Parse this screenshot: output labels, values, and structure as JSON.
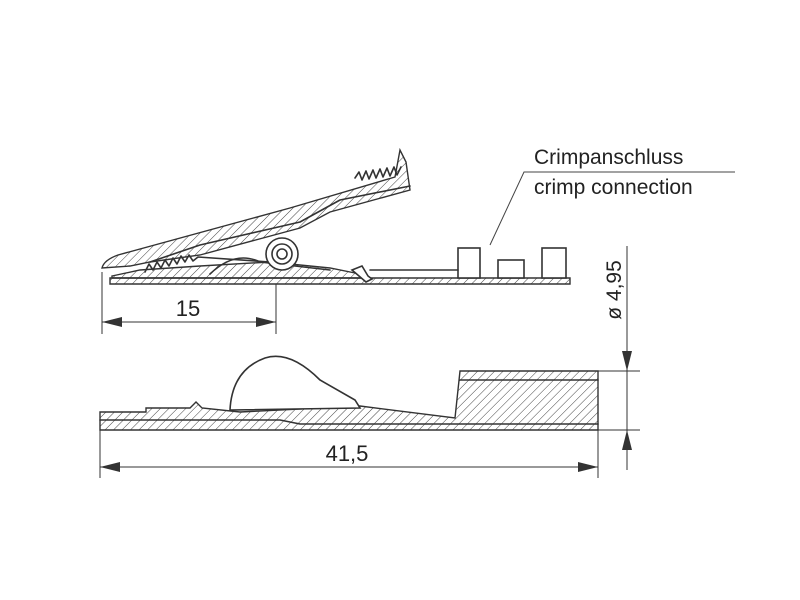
{
  "labels": {
    "crimp_de": "Crimpanschluss",
    "crimp_en": "crimp connection"
  },
  "dimensions": {
    "jaw_length": "15",
    "diameter": "ø 4,95",
    "total_length": "41,5"
  },
  "colors": {
    "line": "#333333",
    "background": "#ffffff"
  }
}
